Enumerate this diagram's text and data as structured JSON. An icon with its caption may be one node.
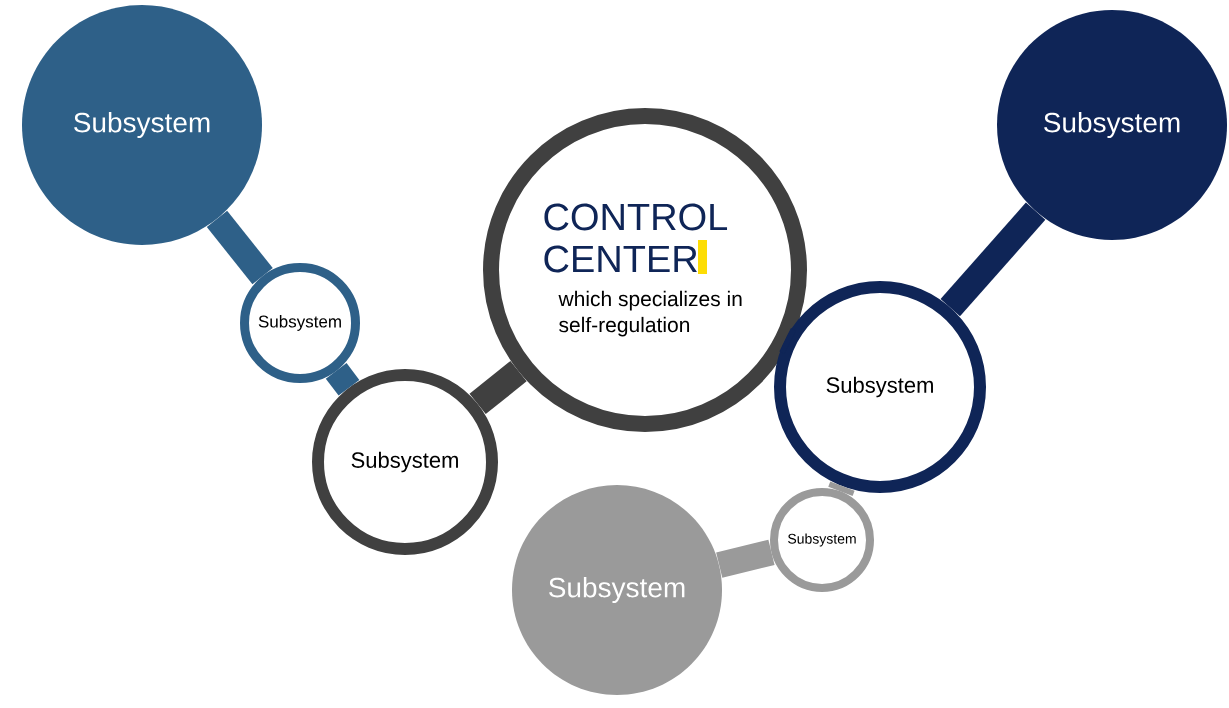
{
  "diagram": {
    "nodes": [
      {
        "text": [
          "Subsystem"
        ]
      },
      {
        "text": [
          "Subsystem"
        ]
      },
      {
        "text": [
          "CONTROL CENTER",
          "which specializes in self-regulation"
        ]
      },
      {
        "text": [
          "Subsystem"
        ]
      },
      {
        "text": [
          "Subsystem"
        ]
      },
      {
        "text": [
          "Subsystem"
        ]
      },
      {
        "text": [
          "Subsystem"
        ]
      },
      {
        "text": [
          "Subsystem"
        ]
      }
    ],
    "edges": [
      {
        "from": 0,
        "to": 1,
        "arrow": "none",
        "color": "#2e6088"
      },
      {
        "from": 1,
        "to": 3,
        "arrow": "none",
        "color": "#2e6088"
      },
      {
        "from": 3,
        "to": 2,
        "arrow": "none",
        "color": "#404040"
      },
      {
        "from": 2,
        "to": 5,
        "arrow": "none",
        "color": "#0f2557"
      },
      {
        "from": 4,
        "to": 5,
        "arrow": "none",
        "color": "#0f2557"
      },
      {
        "from": 5,
        "to": 6,
        "arrow": "none",
        "color": "#9a9a9a"
      },
      {
        "from": 6,
        "to": 7,
        "arrow": "none",
        "color": "#9a9a9a"
      }
    ]
  }
}
